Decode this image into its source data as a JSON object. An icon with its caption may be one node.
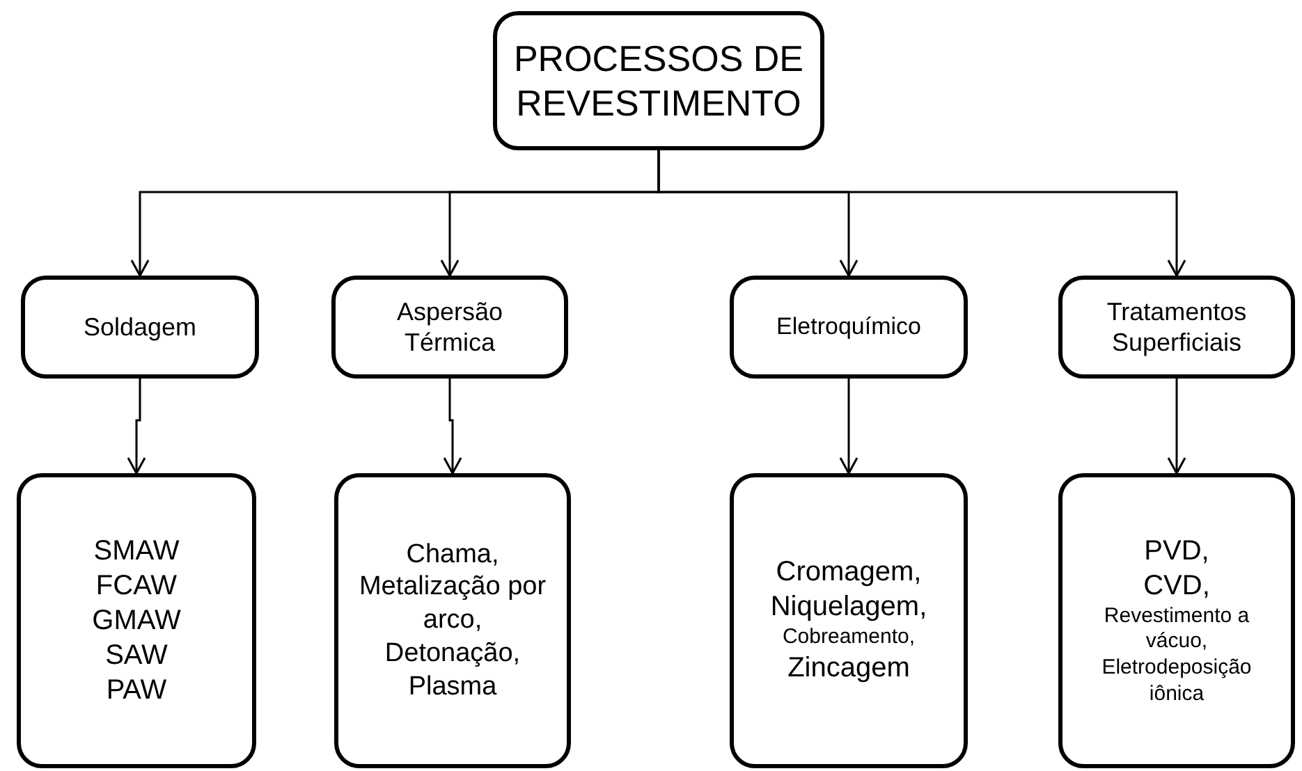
{
  "diagram": {
    "nodes": [
      {
        "text": [
          "PROCESSOS DE REVESTIMENTO"
        ]
      },
      {
        "text": [
          "Soldagem"
        ]
      },
      {
        "text": [
          "Aspersão Térmica"
        ]
      },
      {
        "text": [
          "Eletroquímico"
        ]
      },
      {
        "text": [
          "Tratamentos Superficiais"
        ]
      },
      {
        "text": [
          "SMAW",
          "FCAW",
          "GMAW",
          "SAW",
          "PAW"
        ]
      },
      {
        "text": [
          "Chama,",
          "Metalização por arco,",
          "Detonação,",
          "Plasma"
        ]
      },
      {
        "text": [
          "Cromagem,",
          "Niquelagem,",
          "Cobreamento,",
          "Zincagem"
        ]
      },
      {
        "text": [
          "PVD,",
          "CVD,",
          "Revestimento a vácuo,",
          "Eletrodeposição iônica"
        ]
      }
    ],
    "edges": [
      {
        "from": 0,
        "to": 1,
        "arrow": "to"
      },
      {
        "from": 0,
        "to": 2,
        "arrow": "to"
      },
      {
        "from": 0,
        "to": 3,
        "arrow": "to"
      },
      {
        "from": 0,
        "to": 4,
        "arrow": "to"
      },
      {
        "from": 1,
        "to": 5,
        "arrow": "to"
      },
      {
        "from": 2,
        "to": 6,
        "arrow": "to"
      },
      {
        "from": 3,
        "to": 7,
        "arrow": "to"
      },
      {
        "from": 4,
        "to": 8,
        "arrow": "to"
      }
    ]
  }
}
